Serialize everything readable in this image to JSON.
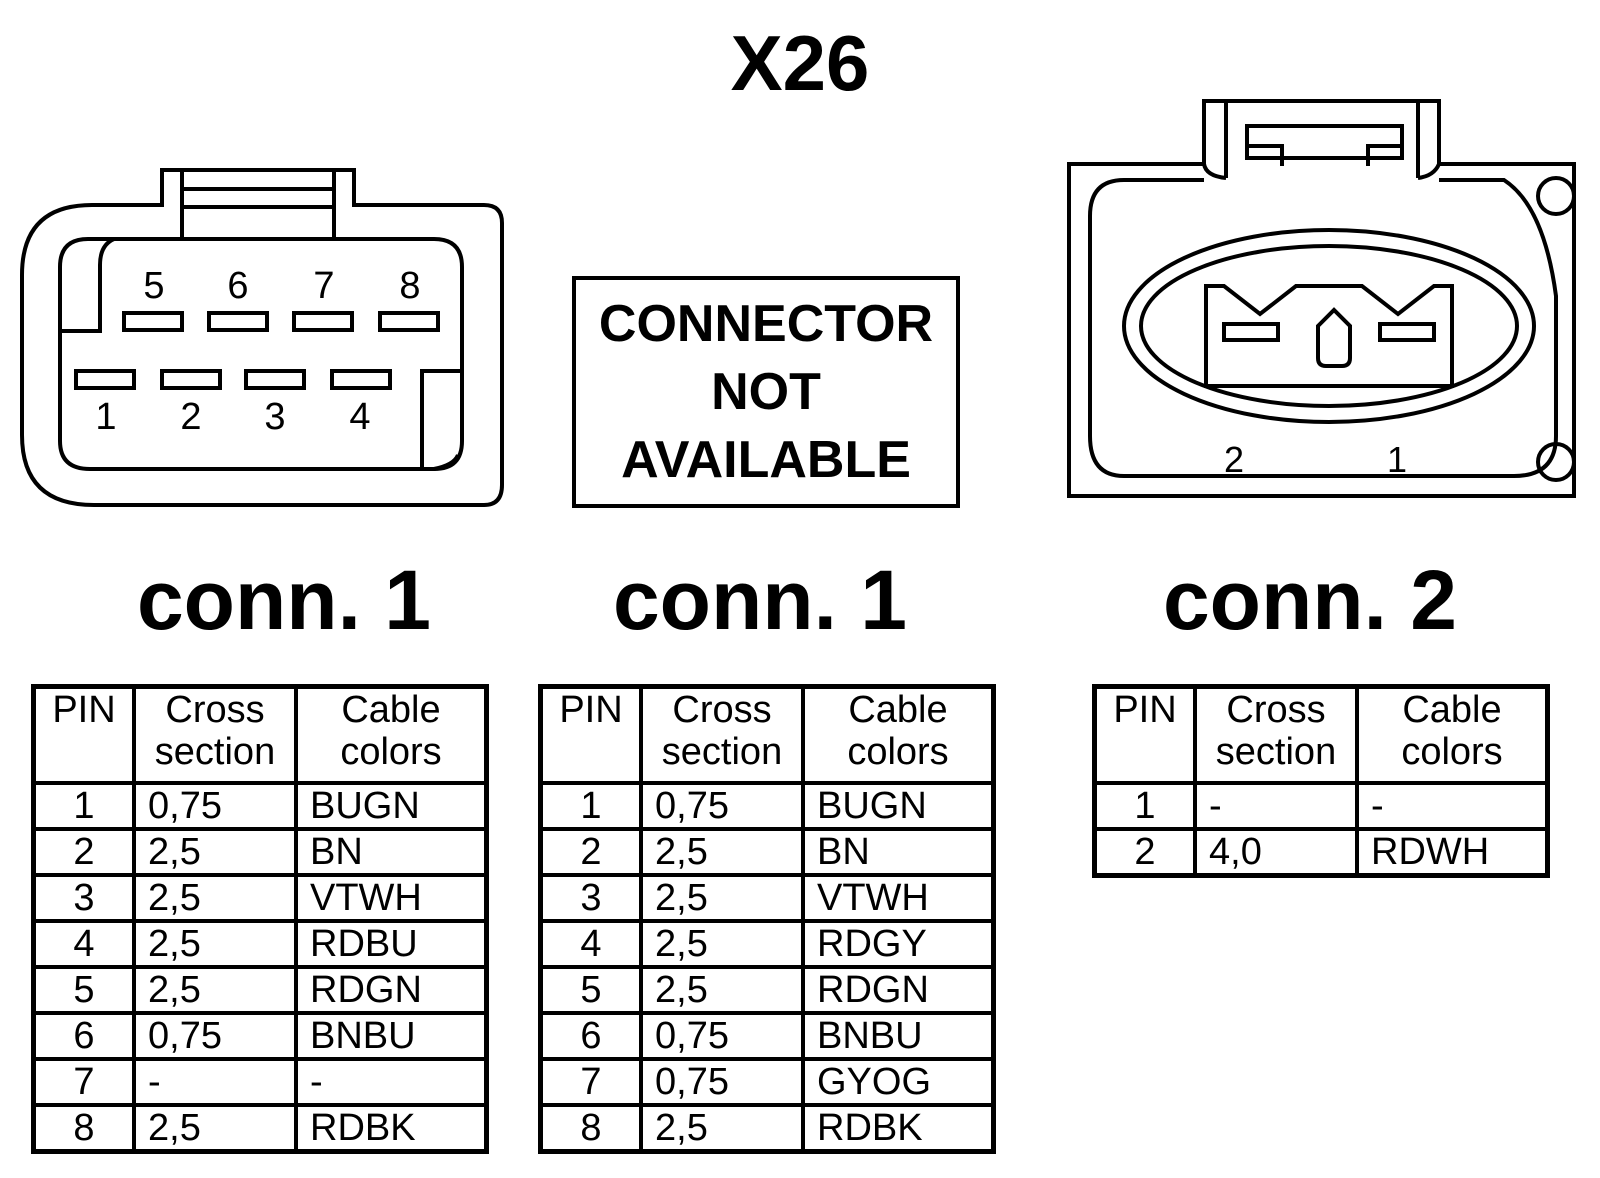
{
  "title": "X26",
  "connectors": [
    {
      "label": "conn. 1",
      "pin_labels_top": [
        "5",
        "6",
        "7",
        "8"
      ],
      "pin_labels_bottom": [
        "1",
        "2",
        "3",
        "4"
      ]
    },
    {
      "label": "conn. 1",
      "not_available": [
        "CONNECTOR",
        "NOT",
        "AVAILABLE"
      ]
    },
    {
      "label": "conn. 2",
      "pin_labels": [
        "2",
        "1"
      ]
    }
  ],
  "tables": [
    {
      "headers": [
        "PIN",
        "Cross section",
        "Cable colors"
      ],
      "header_lines": [
        [
          "PIN"
        ],
        [
          "Cross",
          "section"
        ],
        [
          "Cable",
          "colors"
        ]
      ],
      "rows": [
        [
          "1",
          "0,75",
          "BUGN"
        ],
        [
          "2",
          "2,5",
          "BN"
        ],
        [
          "3",
          "2,5",
          "VTWH"
        ],
        [
          "4",
          "2,5",
          "RDBU"
        ],
        [
          "5",
          "2,5",
          "RDGN"
        ],
        [
          "6",
          "0,75",
          "BNBU"
        ],
        [
          "7",
          "-",
          "-"
        ],
        [
          "8",
          "2,5",
          "RDBK"
        ]
      ]
    },
    {
      "headers": [
        "PIN",
        "Cross section",
        "Cable colors"
      ],
      "header_lines": [
        [
          "PIN"
        ],
        [
          "Cross",
          "section"
        ],
        [
          "Cable",
          "colors"
        ]
      ],
      "rows": [
        [
          "1",
          "0,75",
          "BUGN"
        ],
        [
          "2",
          "2,5",
          "BN"
        ],
        [
          "3",
          "2,5",
          "VTWH"
        ],
        [
          "4",
          "2,5",
          "RDGY"
        ],
        [
          "5",
          "2,5",
          "RDGN"
        ],
        [
          "6",
          "0,75",
          "BNBU"
        ],
        [
          "7",
          "0,75",
          "GYOG"
        ],
        [
          "8",
          "2,5",
          "RDBK"
        ]
      ]
    },
    {
      "headers": [
        "PIN",
        "Cross section",
        "Cable colors"
      ],
      "header_lines": [
        [
          "PIN"
        ],
        [
          "Cross",
          "section"
        ],
        [
          "Cable",
          "colors"
        ]
      ],
      "rows": [
        [
          "1",
          "-",
          "-"
        ],
        [
          "2",
          "4,0",
          "RDWH"
        ]
      ]
    }
  ]
}
